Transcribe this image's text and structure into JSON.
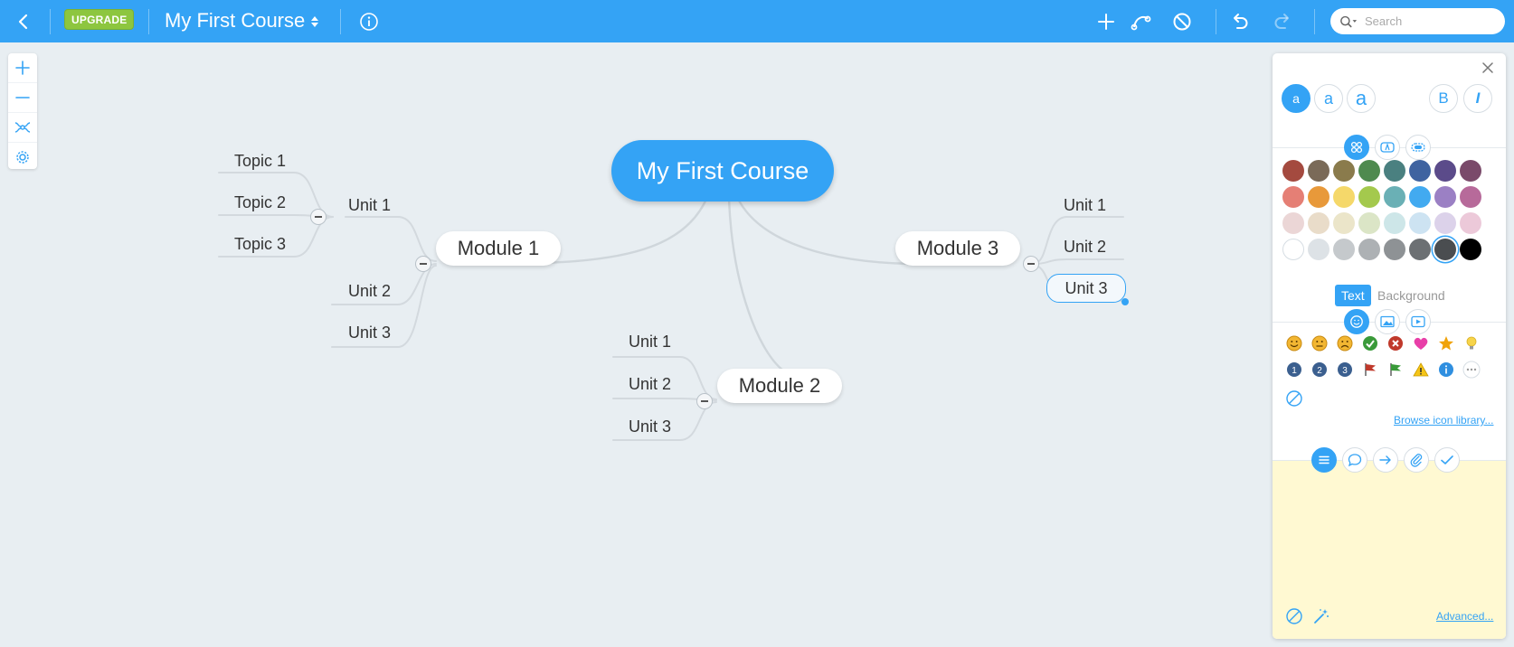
{
  "header": {
    "upgrade_label": "UPGRADE",
    "title": "My First Course",
    "search_placeholder": "Search"
  },
  "map": {
    "root": "My First Course",
    "modules": [
      {
        "label": "Module 1",
        "units": [
          {
            "label": "Unit 1",
            "topics": [
              "Topic 1",
              "Topic 2",
              "Topic 3"
            ]
          },
          {
            "label": "Unit 2"
          },
          {
            "label": "Unit 3"
          }
        ]
      },
      {
        "label": "Module 2",
        "units": [
          {
            "label": "Unit 1"
          },
          {
            "label": "Unit 2"
          },
          {
            "label": "Unit 3"
          }
        ]
      },
      {
        "label": "Module 3",
        "units": [
          {
            "label": "Unit 1"
          },
          {
            "label": "Unit 2"
          },
          {
            "label": "Unit 3"
          }
        ]
      }
    ]
  },
  "panel": {
    "font_sizes": [
      "a",
      "a",
      "a"
    ],
    "bold_label": "B",
    "italic_label": "I",
    "color_tabs": {
      "text": "Text",
      "background": "Background"
    },
    "palette": [
      [
        "#a44a3f",
        "#7a6a58",
        "#8a7b4c",
        "#4f8a4f",
        "#4a8080",
        "#3f63a0",
        "#5b4b8a",
        "#7a4a6a"
      ],
      [
        "#e57f75",
        "#e8993a",
        "#f5d86a",
        "#a4c94d",
        "#6ab0b5",
        "#42aaf0",
        "#9b80c4",
        "#b76a9a"
      ],
      [
        "#ebd6d6",
        "#e9dcc9",
        "#ebe5c9",
        "#dbe5c6",
        "#cde6e8",
        "#cde3f2",
        "#dcd2ea",
        "#ecc9d9"
      ],
      [
        "#ffffff",
        "#dde2e6",
        "#c5c9cc",
        "#adb1b4",
        "#8e9295",
        "#6c7073",
        "#4a4d50",
        "#000000"
      ]
    ],
    "selected_color": "#4a4d50",
    "browse_link": "Browse icon library...",
    "advanced_link": "Advanced..."
  }
}
